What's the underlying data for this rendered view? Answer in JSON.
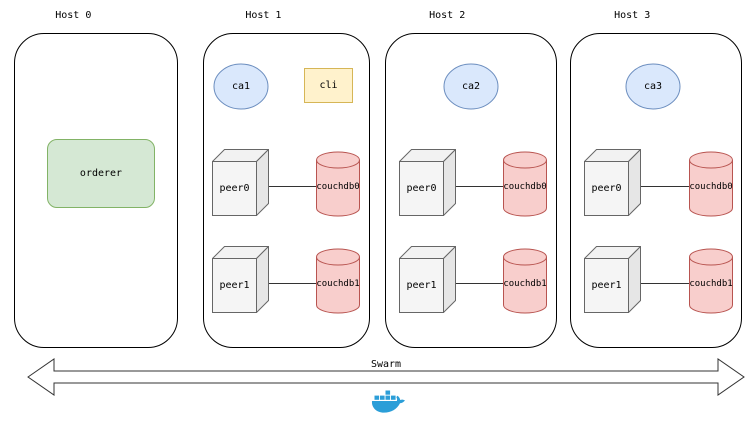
{
  "diagram": {
    "type": "architecture-diagram",
    "swarm": {
      "label": "Swarm"
    },
    "docker_icon": "docker-whale-icon"
  },
  "hosts": [
    {
      "label": "Host 0",
      "orderer_label": "orderer"
    },
    {
      "label": "Host 1",
      "ca_label": "ca1",
      "cli_label": "cli",
      "rows": [
        {
          "peer": "peer0",
          "db": "couchdb0"
        },
        {
          "peer": "peer1",
          "db": "couchdb1"
        }
      ]
    },
    {
      "label": "Host 2",
      "ca_label": "ca2",
      "rows": [
        {
          "peer": "peer0",
          "db": "couchdb0"
        },
        {
          "peer": "peer1",
          "db": "couchdb1"
        }
      ]
    },
    {
      "label": "Host 3",
      "ca_label": "ca3",
      "rows": [
        {
          "peer": "peer0",
          "db": "couchdb0"
        },
        {
          "peer": "peer1",
          "db": "couchdb1"
        }
      ]
    }
  ],
  "edges": [
    {
      "host": "Host 1",
      "from": "peer0",
      "to": "couchdb0"
    },
    {
      "host": "Host 1",
      "from": "peer1",
      "to": "couchdb1"
    },
    {
      "host": "Host 2",
      "from": "peer0",
      "to": "couchdb0"
    },
    {
      "host": "Host 2",
      "from": "peer1",
      "to": "couchdb1"
    },
    {
      "host": "Host 3",
      "from": "peer0",
      "to": "couchdb0"
    },
    {
      "host": "Host 3",
      "from": "peer1",
      "to": "couchdb1"
    }
  ],
  "colors": {
    "orderer_fill": "#d5e8d4",
    "orderer_stroke": "#82b366",
    "ca_fill": "#dae8fc",
    "ca_stroke": "#6c8ebf",
    "cli_fill": "#fff2cc",
    "cli_stroke": "#d6b656",
    "peer_fill": "#f5f5f5",
    "peer_stroke": "#666666",
    "couchdb_fill": "#f8cecc",
    "couchdb_stroke": "#b85450",
    "host_stroke": "#000000",
    "docker_blue": "#2b9ed8"
  }
}
